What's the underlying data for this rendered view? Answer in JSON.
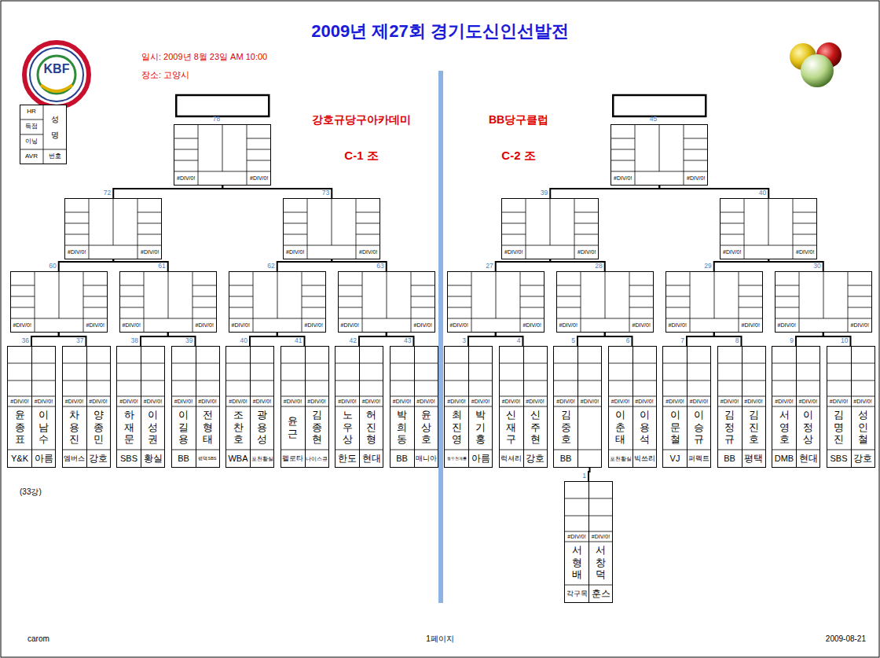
{
  "diagram": {
    "title": "2009년 제27회 경기도신인선발전",
    "nodes": [
      {
        "text": [
          "HR",
          "득점",
          "이닝",
          "AVR",
          "성명",
          "번호"
        ]
      },
      {
        "text": [
          "78",
          "#DIV/0!",
          "#DIV/0!"
        ]
      },
      {
        "text": [
          "72",
          "#DIV/0!",
          "#DIV/0!"
        ]
      },
      {
        "text": [
          "73",
          "#DIV/0!",
          "#DIV/0!"
        ]
      },
      {
        "text": [
          "60",
          "#DIV/0!",
          "#DIV/0!"
        ]
      },
      {
        "text": [
          "61",
          "#DIV/0!",
          "#DIV/0!"
        ]
      },
      {
        "text": [
          "62",
          "#DIV/0!",
          "#DIV/0!"
        ]
      },
      {
        "text": [
          "63",
          "#DIV/0!",
          "#DIV/0!"
        ]
      },
      {
        "text": [
          "36"
        ]
      },
      {
        "text": [
          "#DIV/0!",
          "윤종표",
          "Y&K"
        ],
        "in": 8
      },
      {
        "text": [
          "#DIV/0!",
          "이남수",
          "아름"
        ],
        "in": 8
      },
      {
        "text": [
          "37"
        ]
      },
      {
        "text": [
          "#DIV/0!",
          "차용진",
          "엠버스"
        ],
        "in": 11
      },
      {
        "text": [
          "#DIV/0!",
          "양종민",
          "강호"
        ],
        "in": 11
      },
      {
        "text": [
          "38"
        ]
      },
      {
        "text": [
          "#DIV/0!",
          "하재문",
          "SBS"
        ],
        "in": 14
      },
      {
        "text": [
          "#DIV/0!",
          "이성권",
          "황실"
        ],
        "in": 14
      },
      {
        "text": [
          "39"
        ]
      },
      {
        "text": [
          "#DIV/0!",
          "이길용",
          "BB"
        ],
        "in": 17
      },
      {
        "text": [
          "#DIV/0!",
          "전형태",
          "평택SBS"
        ],
        "in": 17
      },
      {
        "text": [
          "40"
        ]
      },
      {
        "text": [
          "#DIV/0!",
          "조찬호",
          "WBA"
        ],
        "in": 20
      },
      {
        "text": [
          "#DIV/0!",
          "광용성",
          "포천황실"
        ],
        "in": 20
      },
      {
        "text": [
          "41"
        ]
      },
      {
        "text": [
          "#DIV/0!",
          "윤근",
          "펠로타"
        ],
        "in": 23
      },
      {
        "text": [
          "#DIV/0!",
          "김종현",
          "나이스큐"
        ],
        "in": 23
      },
      {
        "text": [
          "42"
        ]
      },
      {
        "text": [
          "#DIV/0!",
          "노우상",
          "한도"
        ],
        "in": 26
      },
      {
        "text": [
          "#DIV/0!",
          "허진형",
          "현대"
        ],
        "in": 26
      },
      {
        "text": [
          "43"
        ]
      },
      {
        "text": [
          "#DIV/0!",
          "박희동",
          "BB"
        ],
        "in": 29
      },
      {
        "text": [
          "#DIV/0!",
          "윤상호",
          "매니아"
        ],
        "in": 29
      },
      {
        "text": [
          "45",
          "#DIV/0!",
          "#DIV/0!"
        ]
      },
      {
        "text": [
          "39",
          "#DIV/0!",
          "#DIV/0!"
        ]
      },
      {
        "text": [
          "40",
          "#DIV/0!",
          "#DIV/0!"
        ]
      },
      {
        "text": [
          "27",
          "#DIV/0!",
          "#DIV/0!"
        ]
      },
      {
        "text": [
          "28",
          "#DIV/0!",
          "#DIV/0!"
        ]
      },
      {
        "text": [
          "29",
          "#DIV/0!",
          "#DIV/0!"
        ]
      },
      {
        "text": [
          "30",
          "#DIV/0!",
          "#DIV/0!"
        ]
      },
      {
        "text": [
          "3"
        ]
      },
      {
        "text": [
          "#DIV/0!",
          "최진영",
          "동두천계룡"
        ],
        "in": 39
      },
      {
        "text": [
          "#DIV/0!",
          "박기홍",
          "아름"
        ],
        "in": 39
      },
      {
        "text": [
          "4"
        ]
      },
      {
        "text": [
          "#DIV/0!",
          "신재구",
          "럭셔리"
        ],
        "in": 42
      },
      {
        "text": [
          "#DIV/0!",
          "신주현",
          "강호"
        ],
        "in": 42
      },
      {
        "text": [
          "5"
        ]
      },
      {
        "text": [
          "#DIV/0!",
          "김중호",
          "BB"
        ],
        "in": 45
      },
      {
        "text": [
          "#DIV/0!"
        ],
        "in": 45
      },
      {
        "text": [
          "6"
        ]
      },
      {
        "text": [
          "#DIV/0!",
          "이춘태",
          "포천황실"
        ],
        "in": 48
      },
      {
        "text": [
          "#DIV/0!",
          "이용석",
          "빅쓰리"
        ],
        "in": 48
      },
      {
        "text": [
          "7"
        ]
      },
      {
        "text": [
          "#DIV/0!",
          "이문철",
          "VJ"
        ],
        "in": 51
      },
      {
        "text": [
          "#DIV/0!",
          "이승규",
          "퍼펙트"
        ],
        "in": 51
      },
      {
        "text": [
          "8"
        ]
      },
      {
        "text": [
          "#DIV/0!",
          "김정규",
          "BB"
        ],
        "in": 54
      },
      {
        "text": [
          "#DIV/0!",
          "김진호",
          "평택"
        ],
        "in": 54
      },
      {
        "text": [
          "9"
        ]
      },
      {
        "text": [
          "#DIV/0!",
          "서영호",
          "DMB"
        ],
        "in": 57
      },
      {
        "text": [
          "#DIV/0!",
          "이정상",
          "현대"
        ],
        "in": 57
      },
      {
        "text": [
          "10"
        ]
      },
      {
        "text": [
          "#DIV/0!",
          "김명진",
          "SBS"
        ],
        "in": 60
      },
      {
        "text": [
          "#DIV/0!",
          "성인철",
          "강호"
        ],
        "in": 60
      },
      {
        "text": [
          "1"
        ]
      },
      {
        "text": [
          "#DIV/0!",
          "서형배",
          "각구목"
        ],
        "in": 63
      },
      {
        "text": [
          "#DIV/0!",
          "서창덕",
          "훈스"
        ],
        "in": 63
      }
    ],
    "edges": [
      {
        "from": 2,
        "to": 1,
        "arrow": "none"
      },
      {
        "from": 3,
        "to": 1,
        "arrow": "none"
      },
      {
        "from": 4,
        "to": 2,
        "arrow": "none"
      },
      {
        "from": 5,
        "to": 2,
        "arrow": "none"
      },
      {
        "from": 6,
        "to": 3,
        "arrow": "none"
      },
      {
        "from": 7,
        "to": 3,
        "arrow": "none"
      },
      {
        "from": 8,
        "to": 4,
        "arrow": "none"
      },
      {
        "from": 11,
        "to": 4,
        "arrow": "none"
      },
      {
        "from": 14,
        "to": 5,
        "arrow": "none"
      },
      {
        "from": 17,
        "to": 5,
        "arrow": "none"
      },
      {
        "from": 20,
        "to": 6,
        "arrow": "none"
      },
      {
        "from": 23,
        "to": 6,
        "arrow": "none"
      },
      {
        "from": 26,
        "to": 7,
        "arrow": "none"
      },
      {
        "from": 29,
        "to": 7,
        "arrow": "none"
      },
      {
        "from": 33,
        "to": 32,
        "arrow": "none"
      },
      {
        "from": 34,
        "to": 32,
        "arrow": "none"
      },
      {
        "from": 35,
        "to": 33,
        "arrow": "none"
      },
      {
        "from": 36,
        "to": 33,
        "arrow": "none"
      },
      {
        "from": 37,
        "to": 34,
        "arrow": "none"
      },
      {
        "from": 38,
        "to": 34,
        "arrow": "none"
      },
      {
        "from": 39,
        "to": 35,
        "arrow": "none"
      },
      {
        "from": 42,
        "to": 35,
        "arrow": "none"
      },
      {
        "from": 45,
        "to": 36,
        "arrow": "none"
      },
      {
        "from": 48,
        "to": 36,
        "arrow": "none"
      },
      {
        "from": 51,
        "to": 37,
        "arrow": "none"
      },
      {
        "from": 54,
        "to": 37,
        "arrow": "none"
      },
      {
        "from": 57,
        "to": 38,
        "arrow": "none"
      },
      {
        "from": 60,
        "to": 38,
        "arrow": "none"
      },
      {
        "from": 63,
        "to": 47,
        "arrow": "none"
      }
    ],
    "labels": [
      "KBF",
      "일시: 2009년 8월 23일 AM 10:00",
      "장소: 고양시",
      "강호규당구아카데미",
      "C-1 조",
      "BB당구클럽",
      "C-2 조",
      "(33강)",
      "carom",
      "1페이지",
      "2009-08-21"
    ]
  }
}
